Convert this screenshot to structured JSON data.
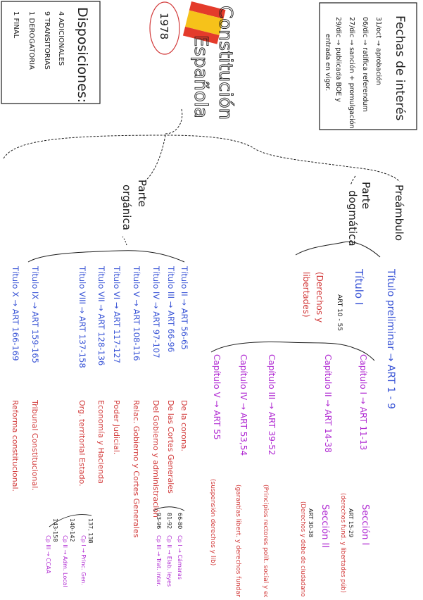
{
  "colors": {
    "black": "#1b1b1b",
    "blue": "#3a55d6",
    "purple": "#b02ad2",
    "red": "#d23a3a",
    "flag_red": "#e43b2b",
    "flag_yellow": "#f6c21a"
  },
  "fechas": {
    "title": "Fechas de interés",
    "lines": [
      "31/oct → aprobación",
      "06/dic → ratifica referendum",
      "27/dic → sanción + promulgación",
      "29/dic → publicada BOE y",
      "entrada en vigor."
    ]
  },
  "disposiciones": {
    "title": "Disposiciones:",
    "lines": [
      "4 ADICIONALES",
      "9 TRANSITORIAS",
      "1 DEROGATORIA",
      "1 FINAL"
    ]
  },
  "main_title": {
    "line1": "Constitución",
    "line2": "Española",
    "year": "1978"
  },
  "branches": {
    "preambulo": "Preámbulo",
    "parte_dogmatica_1": "Parte",
    "parte_dogmatica_2": "dogmática",
    "parte_organica_1": "Parte",
    "parte_organica_2": "orgánica"
  },
  "dogmatica": {
    "titulo_preliminar": "Título preliminar → ART 1 - 9",
    "titulo_1": "Título I",
    "titulo_1_art": "ART 10 - 55",
    "titulo_1_desc_1": "(Derechos y",
    "titulo_1_desc_2": "libertades)",
    "capitulos": [
      {
        "label": "Capítulo I → ART 11-13",
        "desc": ""
      },
      {
        "label": "Capítulo II → ART 14-38",
        "desc": ""
      },
      {
        "label": "Capítulo III → ART 39-52",
        "desc": "(Principios rectores polít. social y econ.)"
      },
      {
        "label": "Capítulo IV → ART 53,54",
        "desc": "(garantías libert. y derechos fundam.)"
      },
      {
        "label": "Capítulo V → ART 55",
        "desc": "(suspensión derechos y lib)"
      }
    ],
    "seccion_1": "Sección I",
    "seccion_1_art": "ART 15-29",
    "seccion_1_desc": "(derechos fund. y libertades púb)",
    "seccion_2": "Sección II",
    "seccion_2_art": "ART 30-38",
    "seccion_2_desc": "(Derechos y debe de ciudadanos)"
  },
  "organica": {
    "titulos": [
      {
        "label": "Título II → ART 56-65",
        "desc": "De la corona."
      },
      {
        "label": "Título III → ART 66-96",
        "desc": "De las Cortes Generales"
      },
      {
        "label": "Título IV → ART 97-107",
        "desc": "Del Gobierno y administración"
      },
      {
        "label": "Título V → ART 108-116",
        "desc": "Relac. Gobierno y Cortes Generales"
      },
      {
        "label": "Título VI → ART 117-127",
        "desc": "Poder Judicial."
      },
      {
        "label": "Título VII → ART 128-136",
        "desc": "Economía y Hacienda"
      },
      {
        "label": "Título VIII → ART 137-158",
        "desc": "Org. territorial Estado."
      },
      {
        "label": "Título IX → ART 159-165",
        "desc": "Tribunal Constitucional."
      },
      {
        "label": "Título X → ART 166-169",
        "desc": "Reforma constitucional."
      }
    ],
    "cortes_sub": [
      {
        "art": "66-80",
        "cap": "Cp I → Cámaras"
      },
      {
        "art": "81-92",
        "cap": "Cp II → Elab. leyes"
      },
      {
        "art": "93-96",
        "cap": "Cp III → Trat. inter."
      }
    ],
    "territorial_sub": [
      {
        "art": "137, 138",
        "cap": "Cp I → Princ. Gen."
      },
      {
        "art": "140-142",
        "cap": "Cp II → Adm. Local"
      },
      {
        "art": "143-158",
        "cap": "Cp III → CCAA"
      }
    ]
  }
}
